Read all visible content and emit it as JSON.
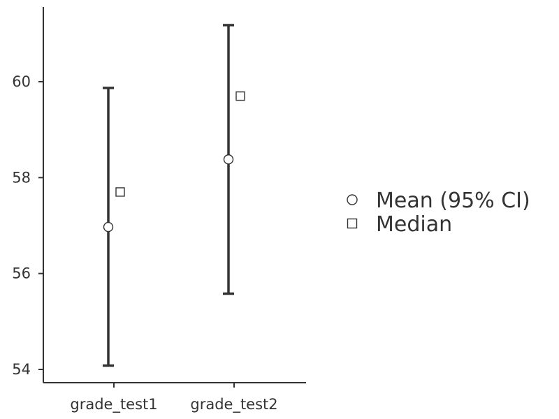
{
  "chart_data": {
    "type": "scatter",
    "title": "",
    "xlabel": "",
    "ylabel": "",
    "categories": [
      "grade_test1",
      "grade_test2"
    ],
    "ylim": [
      53.7,
      61.5
    ],
    "yticks": [
      54,
      56,
      58,
      60
    ],
    "grid": false,
    "legend_position": "right",
    "series": [
      {
        "name": "Mean (95% CI)",
        "marker": "circle",
        "values": [
          56.97,
          58.38
        ],
        "ci_lower": [
          54.08,
          55.58
        ],
        "ci_upper": [
          59.87,
          61.18
        ]
      },
      {
        "name": "Median",
        "marker": "square",
        "values": [
          57.7,
          59.7
        ]
      }
    ]
  },
  "colors": {
    "axis": "#333333",
    "text": "#333333",
    "marker_fill": "#ffffff",
    "errorbar": "#333333"
  }
}
